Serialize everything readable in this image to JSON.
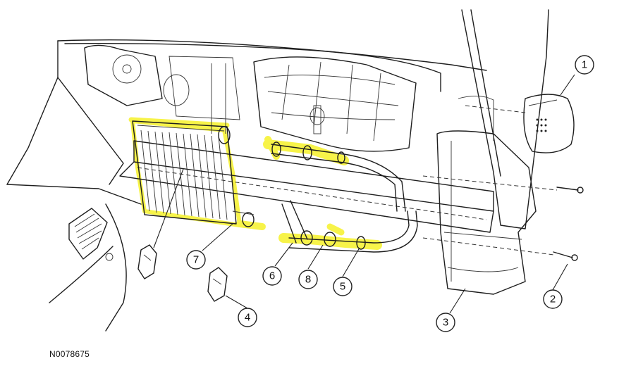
{
  "figure": {
    "id": "N0078675",
    "highlight_color": "#f6f22a",
    "line_color": "#1e1e1e"
  },
  "callouts": [
    "1",
    "2",
    "3",
    "4",
    "5",
    "6",
    "7",
    "8"
  ]
}
